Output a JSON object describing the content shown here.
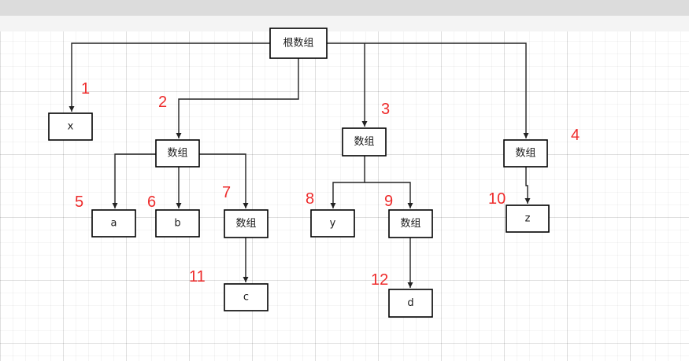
{
  "diagram": {
    "nodes": {
      "root": "根数组",
      "x": "x",
      "arr2": "数组",
      "arr3": "数组",
      "arr4": "数组",
      "a": "a",
      "b": "b",
      "arr7": "数组",
      "y": "y",
      "arr9": "数组",
      "z": "z",
      "c": "c",
      "d": "d"
    },
    "order_labels": {
      "n1": "1",
      "n2": "2",
      "n3": "3",
      "n4": "4",
      "n5": "5",
      "n6": "6",
      "n7": "7",
      "n8": "8",
      "n9": "9",
      "n10": "10",
      "n11": "11",
      "n12": "12"
    },
    "colors": {
      "order_label": "#ee2b2b",
      "node_border": "#000000",
      "edge": "#222222",
      "grid": "#e8e8e8"
    }
  }
}
